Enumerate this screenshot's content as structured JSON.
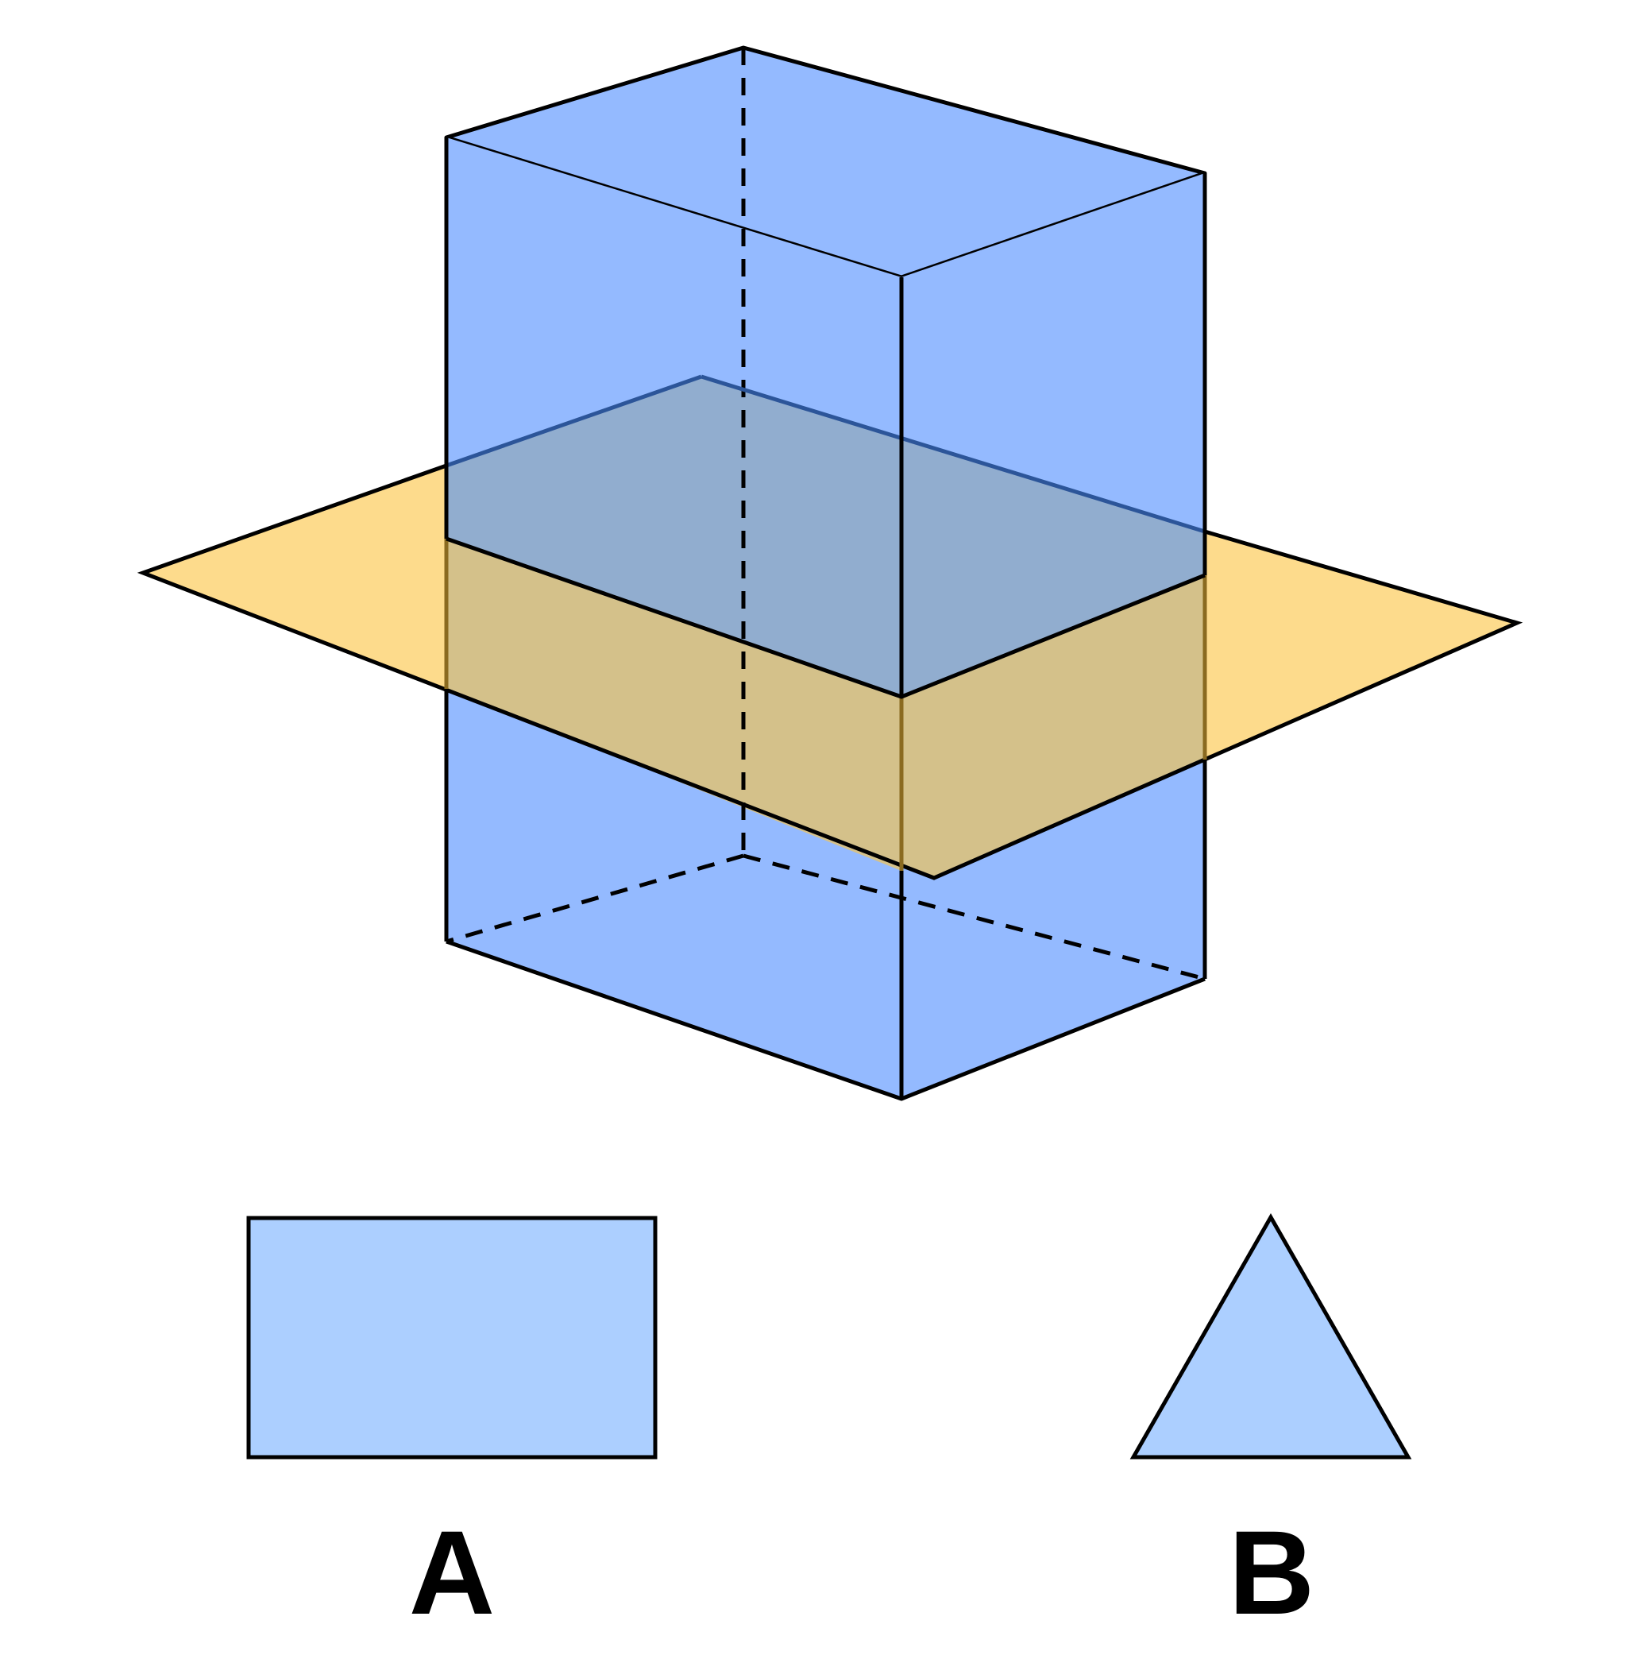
{
  "colors": {
    "prism_fill": "#94baff",
    "plane_fill": "#fddb8c",
    "option_fill": "#accfff",
    "stroke": "#000000",
    "overlap_top": "#91adcf",
    "overlap_bottom": "#d4c18a"
  },
  "options": {
    "a": {
      "label": "A",
      "shape": "rectangle"
    },
    "b": {
      "label": "B",
      "shape": "triangle"
    }
  }
}
